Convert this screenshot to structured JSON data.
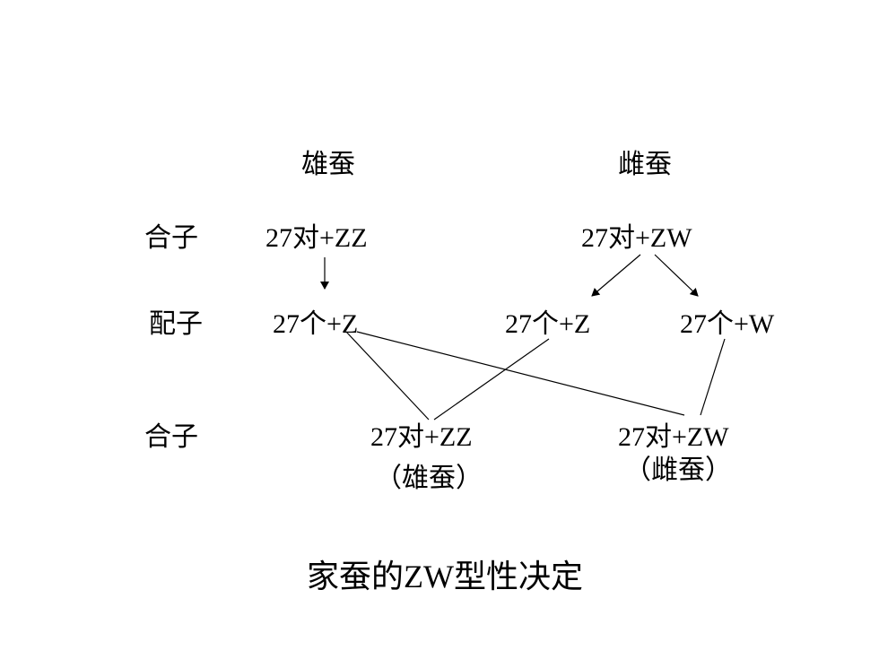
{
  "headers": {
    "male": "雄蚕",
    "female": "雌蚕"
  },
  "row_labels": {
    "zygote_top": "合子",
    "gamete": "配子",
    "zygote_bottom": "合子"
  },
  "parents": {
    "male": "27对+ZZ",
    "female": "27对+ZW"
  },
  "gametes": {
    "male_z": "27个+Z",
    "female_z": "27个+Z",
    "female_w": "27个+W"
  },
  "offspring": {
    "male": "27对+ZZ",
    "male_note": "（雄蚕）",
    "female": "27对+ZW",
    "female_note": "（雌蚕）"
  },
  "caption": "家蚕的ZW型性决定"
}
